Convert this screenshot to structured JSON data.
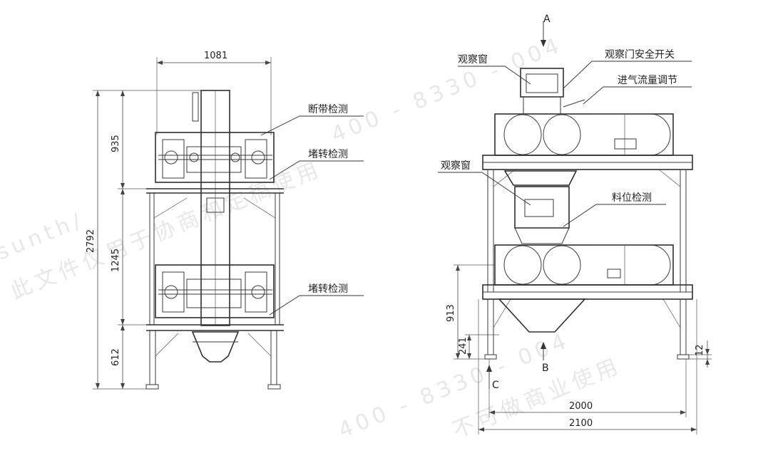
{
  "dimensions": {
    "width_1081": "1081",
    "height_2792": "2792",
    "height_935": "935",
    "height_1245": "1245",
    "height_612": "612",
    "height_913": "913",
    "height_241": "241",
    "height_12": "12",
    "width_2000": "2000",
    "width_2100": "2100"
  },
  "views": {
    "arrow_a": "A",
    "arrow_b": "B",
    "arrow_c": "C"
  },
  "labels": {
    "belt_break_detect": "断带检测",
    "blockage_detect_upper": "堵转检测",
    "blockage_detect_lower": "堵转检测",
    "observation_window_top": "观察窗",
    "observation_door_switch": "观察门安全开关",
    "air_intake_adjust": "进气流量调节",
    "observation_window_mid": "观察窗",
    "level_detect": "料位检测"
  },
  "watermark": {
    "phone": "400 - 8330 - 004",
    "notice_1": "此文件仅用于协商和定稿使用",
    "notice_2": "不可做商业使用",
    "url_fragment": "sunth/"
  }
}
